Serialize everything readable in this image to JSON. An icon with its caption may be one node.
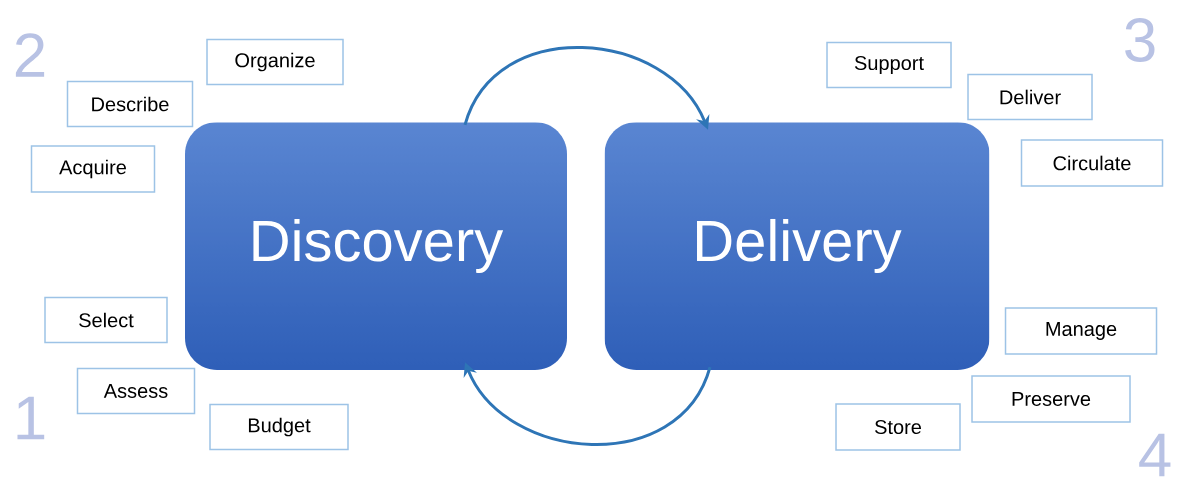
{
  "diagram": {
    "nodes": [
      {
        "text": [
          "Discovery"
        ]
      },
      {
        "text": [
          "Delivery"
        ]
      },
      {
        "text": [
          "Organize"
        ]
      },
      {
        "text": [
          "Describe"
        ]
      },
      {
        "text": [
          "Acquire"
        ]
      },
      {
        "text": [
          "Select"
        ]
      },
      {
        "text": [
          "Assess"
        ]
      },
      {
        "text": [
          "Budget"
        ]
      },
      {
        "text": [
          "Support"
        ]
      },
      {
        "text": [
          "Deliver"
        ]
      },
      {
        "text": [
          "Circulate"
        ]
      },
      {
        "text": [
          "Manage"
        ]
      },
      {
        "text": [
          "Preserve"
        ]
      },
      {
        "text": [
          "Store"
        ]
      }
    ],
    "edges": [
      {
        "from": 0,
        "to": 1,
        "arrow": "to"
      },
      {
        "from": 1,
        "to": 0,
        "arrow": "to"
      }
    ],
    "labels": [
      "2",
      "3",
      "1",
      "4"
    ]
  }
}
